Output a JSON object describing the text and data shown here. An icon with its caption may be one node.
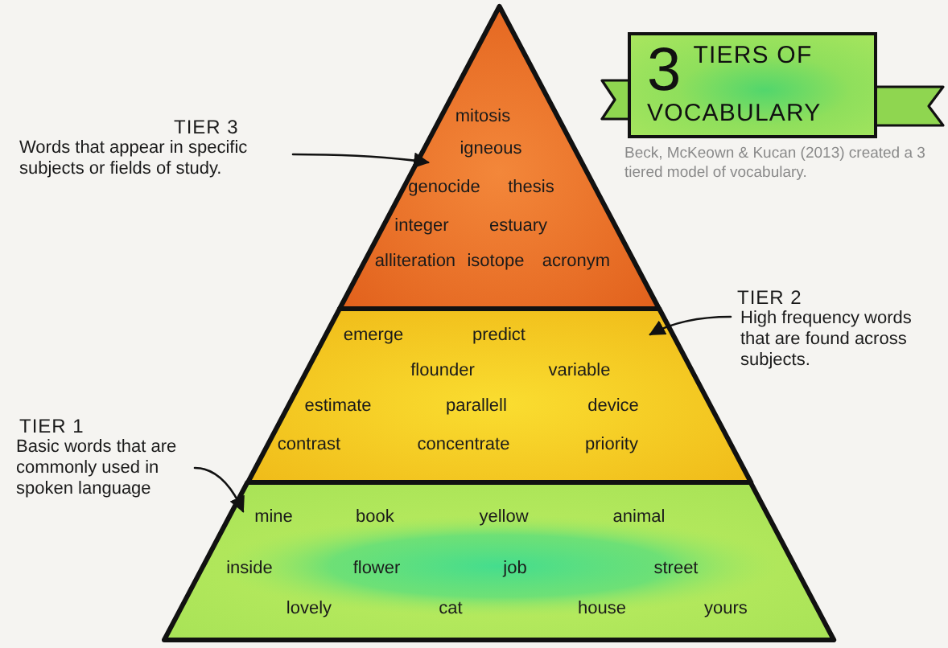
{
  "diagram": {
    "title": "3 TIERS OF VOCABULARY",
    "nodes": [
      {
        "text": [
          "mitosis",
          "igneous",
          "genocide",
          "thesis",
          "integer",
          "estuary",
          "alliteration",
          "isotope",
          "acronym"
        ]
      },
      {
        "text": [
          "emerge",
          "predict",
          "flounder",
          "variable",
          "estimate",
          "parallell",
          "device",
          "contrast",
          "concentrate",
          "priority"
        ]
      },
      {
        "text": [
          "mine",
          "book",
          "yellow",
          "animal",
          "inside",
          "flower",
          "job",
          "street",
          "lovely",
          "cat",
          "house",
          "yours"
        ]
      },
      {
        "text": [
          "TIER 3",
          "Words that appear in specific subjects or fields of study."
        ]
      },
      {
        "text": [
          "TIER 2",
          "High frequency words that are found across subjects."
        ]
      },
      {
        "text": [
          "TIER 1",
          "Basic words that are commonly used in spoken language"
        ]
      }
    ],
    "edges": [
      {
        "from": 3,
        "to": 0,
        "arrow": "to"
      },
      {
        "from": 4,
        "to": 1,
        "arrow": "to"
      },
      {
        "from": 5,
        "to": 2,
        "arrow": "to"
      }
    ],
    "labels": [
      "Beck, McKeown & Kucan (2013) created a 3 tiered model of vocabulary."
    ]
  }
}
